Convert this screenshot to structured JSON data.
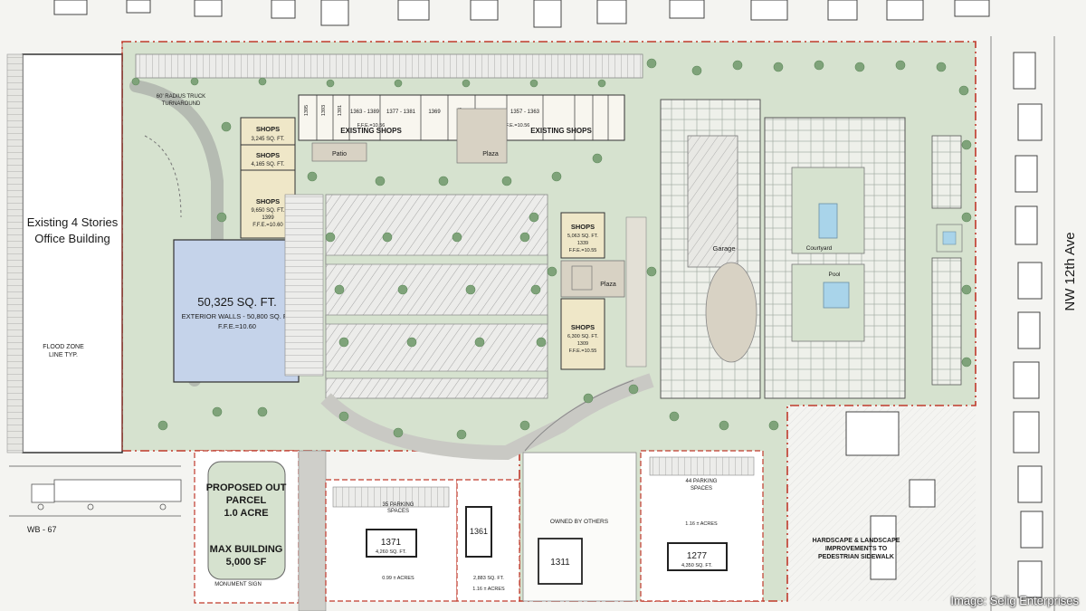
{
  "colors": {
    "background": "#f4f4f1",
    "landscape": "#d6e2cf",
    "tree": "#7fa37a",
    "tree_stroke": "#5f8a5c",
    "building_blue": "#c5d3ea",
    "shops_fill": "#efe7c8",
    "plaza": "#d8d2c4",
    "pool": "#a9d4ea",
    "property_line": "#c0392b",
    "parking_line": "#8a8a8a",
    "outline": "#555555"
  },
  "labels": {
    "office_building_line1": "Existing 4 Stories",
    "office_building_line2": "Office Building",
    "flood_zone_line1": "FLOOD ZONE",
    "flood_zone_line2": "LINE TYP.",
    "truck_turnaround_line1": "60' RADIUS TRUCK",
    "truck_turnaround_line2": "TURNAROUND",
    "anchor_area": "50,325 SQ. FT.",
    "anchor_walls": "EXTERIOR WALLS - 50,800 SQ. FT.",
    "anchor_ffe": "F.F.E.=10.60",
    "shops_a_title": "SHOPS",
    "shops_a_area": "3,245 SQ. FT.",
    "shops_b_title": "SHOPS",
    "shops_b_area": "4,165 SQ. FT.",
    "shops_c_title": "SHOPS",
    "shops_c_area": "9,650 SQ. FT.",
    "shops_c_num": "1399",
    "shops_c_ffe": "F.F.E.=10.60",
    "existing_shops_1": "EXISTING SHOPS",
    "existing_shops_1_ffe": "F.F.E.=10.56",
    "existing_shops_2": "EXISTING SHOPS",
    "existing_shops_2_ffe": "F.F.E.=10.56",
    "patio": "Patio",
    "plaza_1": "Plaza",
    "plaza_2": "Plaza",
    "shops_d_title": "SHOPS",
    "shops_d_area": "5,063 SQ. FT.",
    "shops_d_num": "1339",
    "shops_d_ffe": "F.F.E.=10.55",
    "shops_e_title": "SHOPS",
    "shops_e_area": "6,300 SQ. FT.",
    "shops_e_num": "1309",
    "shops_e_ffe": "F.F.E.=10.55",
    "garage": "Garage",
    "courtyard": "Courtyard",
    "pool": "Pool",
    "street": "NW 12th Ave",
    "outparcel_line1": "PROPOSED OUT",
    "outparcel_line2": "PARCEL",
    "outparcel_line3": "1.0 ACRE",
    "max_building_line1": "MAX BUILDING",
    "max_building_line2": "5,000 SF",
    "monument_sign": "MONUMENT SIGN",
    "pad_1371_parking_line1": "35 PARKING",
    "pad_1371_parking_line2": "SPACES",
    "pad_1371_num": "1371",
    "pad_1371_area": "4,260 SQ. FT.",
    "pad_1371_acres": "0.99 ± ACRES",
    "pad_1361_num": "1361",
    "pad_1361_area": "2,883 SQ. FT.",
    "pad_1361_acres": "1.16 ± ACRES",
    "owned_by_others": "OWNED BY OTHERS",
    "pad_1311_num": "1311",
    "pad_1277_parking_line1": "44 PARKING",
    "pad_1277_parking_line2": "SPACES",
    "pad_1277_acres": "1.16 ± ACRES",
    "pad_1277_num": "1277",
    "pad_1277_area": "4,350 SQ. FT.",
    "hardscape_line1": "HARDSCAPE & LANDSCAPE",
    "hardscape_line2": "IMPROVEMENTS TO",
    "hardscape_line3": "PEDESTRIAN SIDEWALK",
    "truck_model": "WB - 67",
    "existing_units": [
      "1363 - 1389",
      "1377 - 1381",
      "1369",
      "1357 - 1363",
      "1395",
      "1393",
      "1391",
      "1383"
    ],
    "credit": "Image: Selig Enterprises"
  }
}
